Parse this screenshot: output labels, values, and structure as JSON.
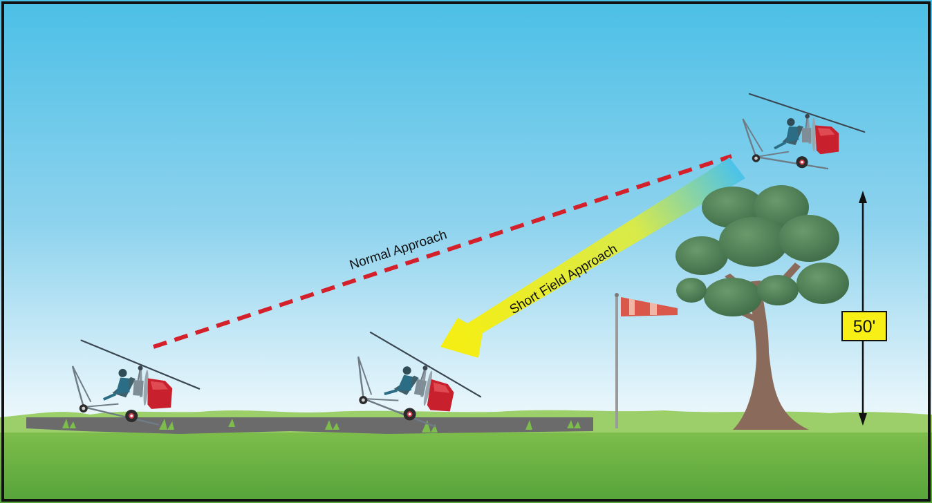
{
  "labels": {
    "normal_approach": "Normal Approach",
    "short_field_approach": "Short Field Approach",
    "height": "50'"
  },
  "colors": {
    "sky_top": "#4bbfe6",
    "sky_bottom": "#ffffff",
    "grass_light": "#8cc751",
    "grass_dark": "#57a53b",
    "runway": "#6b6b6b",
    "normal_path": "#d4202a",
    "short_path_start": "#4ec3e8",
    "short_path_end": "#f5ee14",
    "height_box": "#f7ef15",
    "windsock": "#d9584a",
    "canopy": "#c8202c",
    "foliage": "#4f7e55"
  },
  "icons": {
    "aircraft": "gyroplane-icon",
    "windsock": "windsock-icon",
    "tree": "tree-icon",
    "dimension": "double-arrow-icon"
  }
}
